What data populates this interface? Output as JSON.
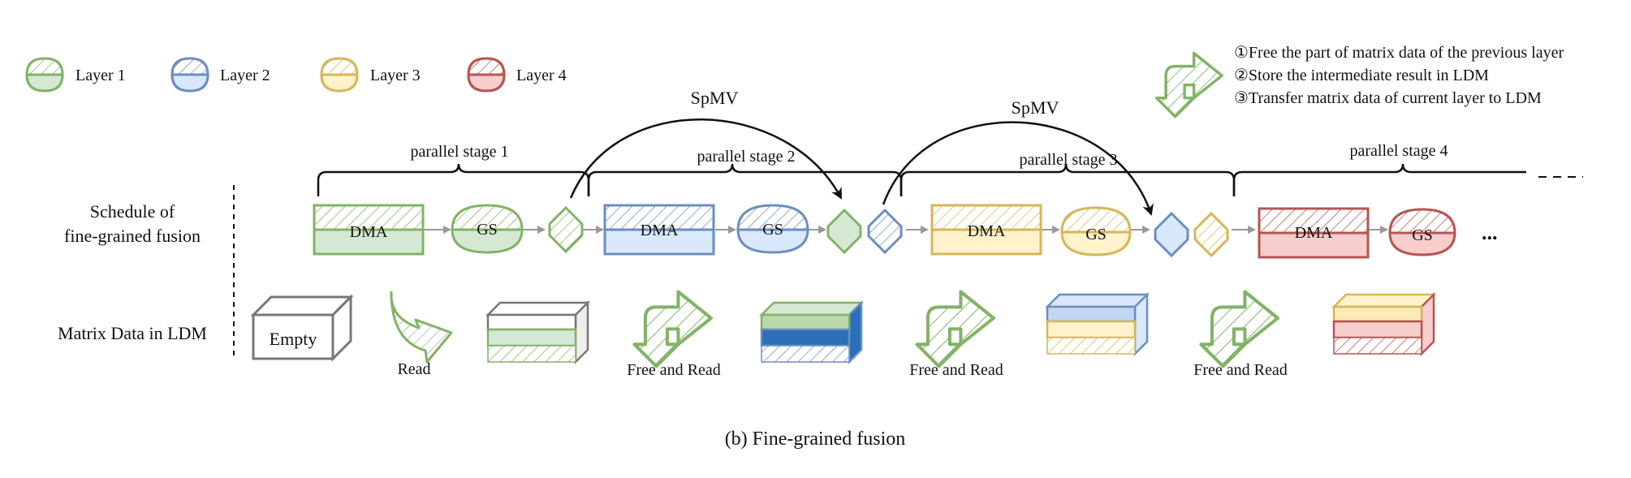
{
  "legend": {
    "layers": [
      {
        "label": "Layer 1",
        "color": "#82b366"
      },
      {
        "label": "Layer 2",
        "color": "#6c8ebf"
      },
      {
        "label": "Layer 3",
        "color": "#d6b656"
      },
      {
        "label": "Layer 4",
        "color": "#b85450"
      }
    ],
    "steps": [
      "①Free the part of matrix data of the previous layer",
      "②Store the intermediate result in LDM",
      "③Transfer matrix data of current layer to LDM"
    ]
  },
  "spmv": [
    "SpMV",
    "SpMV"
  ],
  "stages": [
    "parallel stage 1",
    "parallel stage 2",
    "parallel stage 3",
    "parallel stage 4"
  ],
  "rows": {
    "schedule_line1": "Schedule of",
    "schedule_line2": "fine-grained fusion",
    "matrix": "Matrix Data in LDM"
  },
  "ops": {
    "dma": "DMA",
    "gs": "GS",
    "ellipsis": "..."
  },
  "ldm": {
    "empty": "Empty",
    "read": "Read",
    "free_read": [
      "Free and Read",
      "Free and Read",
      "Free and Read"
    ]
  },
  "caption": "(b)  Fine-grained fusion"
}
